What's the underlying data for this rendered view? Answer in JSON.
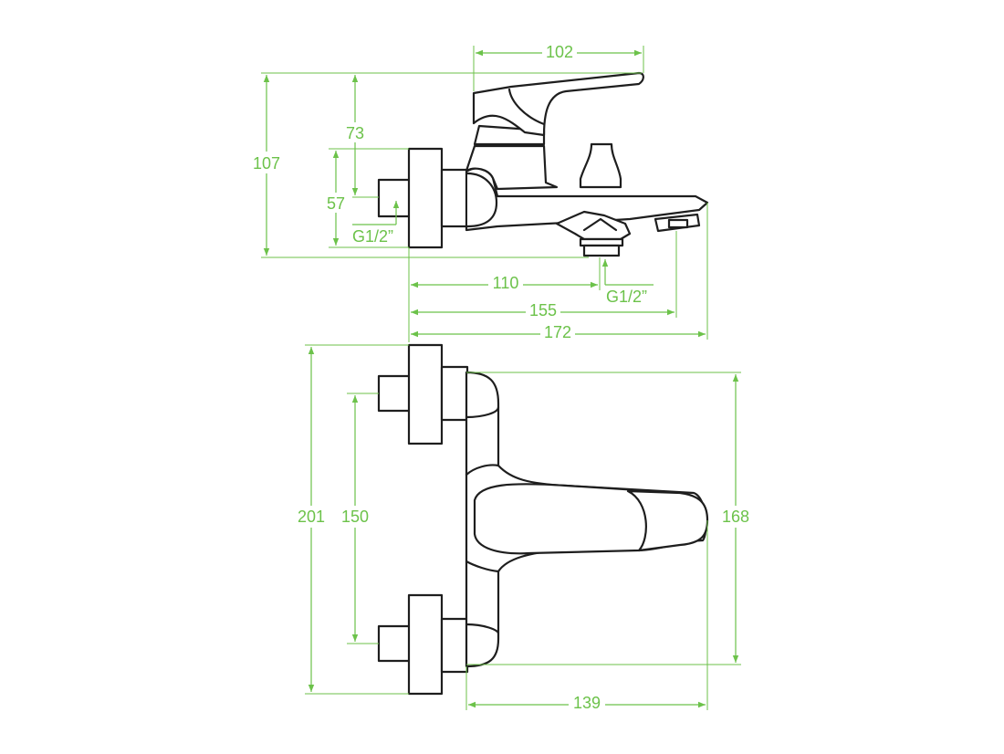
{
  "colors": {
    "dimension": "#6cc24a",
    "outline": "#1e1e1e",
    "background": "#ffffff"
  },
  "side_view": {
    "dimensions": {
      "spout_to_lever": "102",
      "total_height": "107",
      "lever_height": "73",
      "connector_height": "57",
      "inlet_thread": "G1/2”",
      "to_shower_outlet": "110",
      "outlet_thread": "G1/2”",
      "to_spout_tip": "155",
      "total_depth": "172"
    }
  },
  "top_view": {
    "dimensions": {
      "total_width": "201",
      "inlet_spacing": "150",
      "body_width": "168",
      "spout_length": "139"
    }
  }
}
